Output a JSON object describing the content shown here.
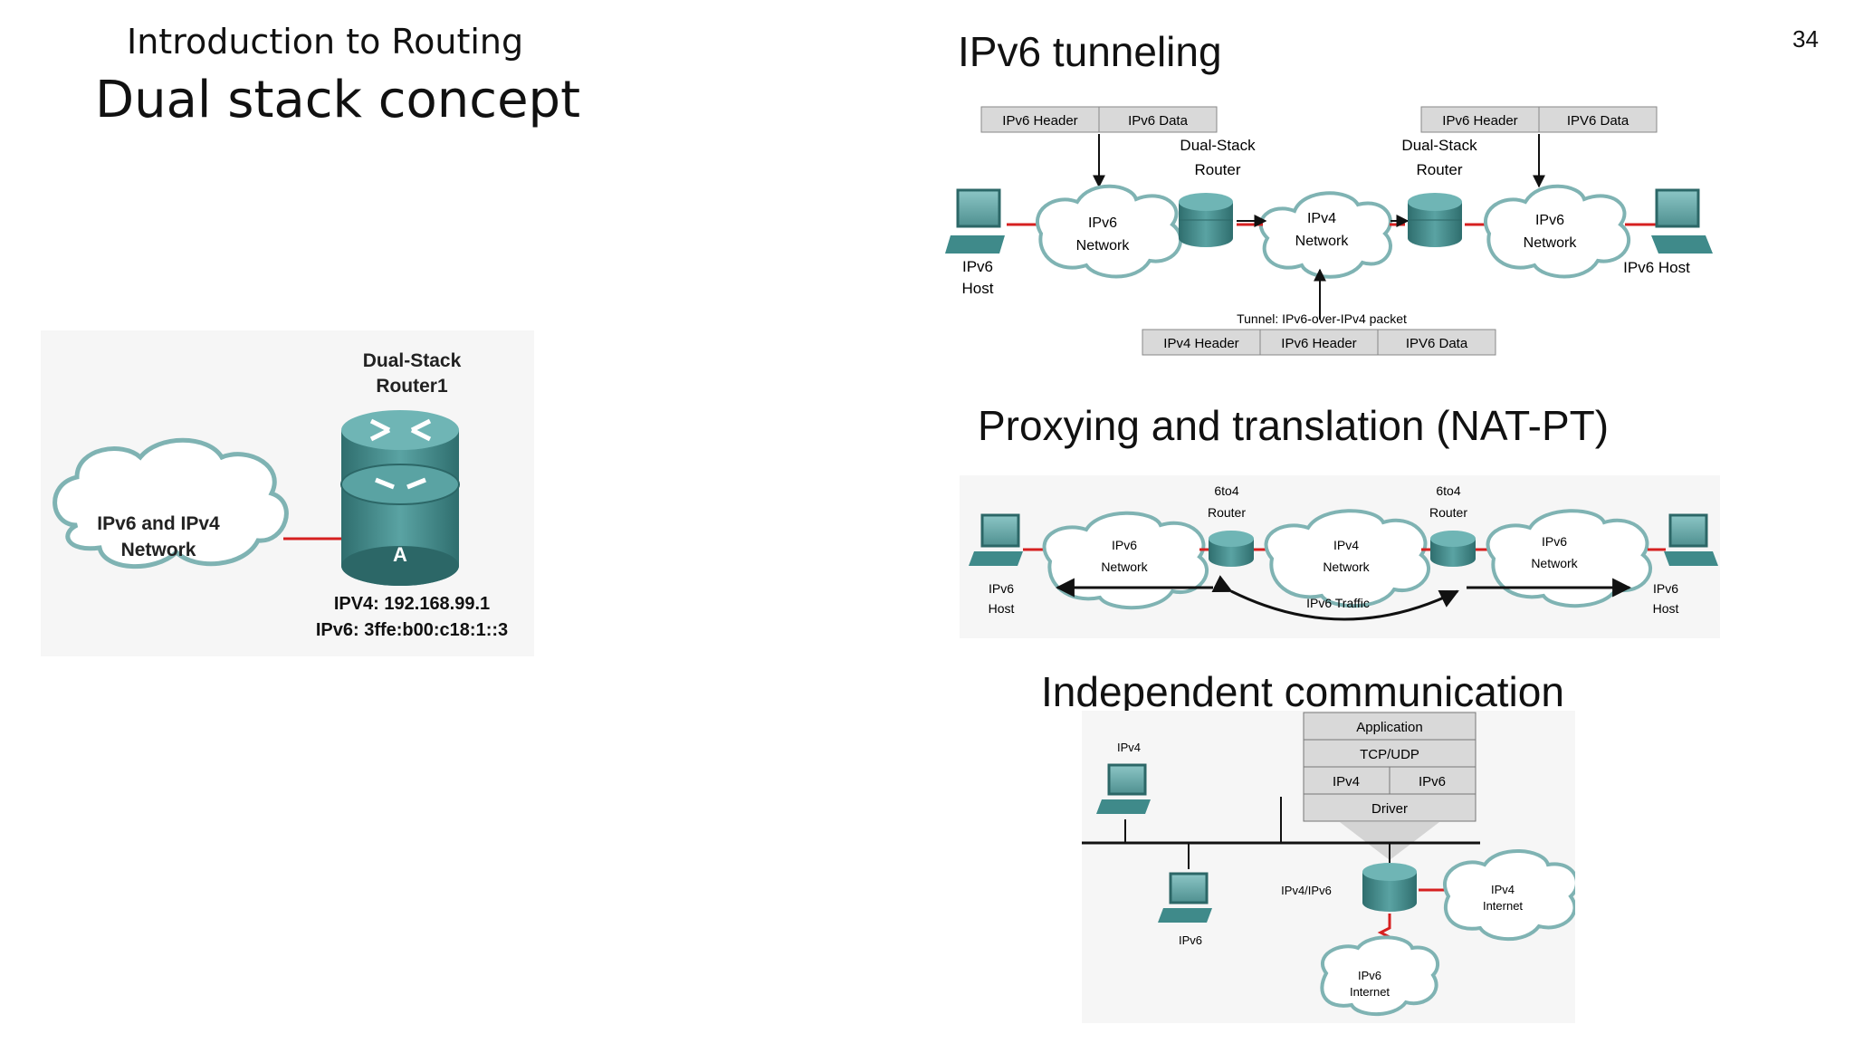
{
  "slide": {
    "subtitle": "Introduction to Routing",
    "title": "Dual stack concept",
    "page_number": "34"
  },
  "dual_stack": {
    "router_label_1": "Dual-Stack",
    "router_label_2": "Router1",
    "network_line_1": "IPv6 and IPv4",
    "network_line_2": "Network",
    "router_letter": "A",
    "ipv4": "IPV4: 192.168.99.1",
    "ipv6": "IPv6: 3ffe:b00:c18:1::3"
  },
  "tunneling": {
    "title": "IPv6 tunneling",
    "packet_left": [
      "IPv6 Header",
      "IPv6 Data"
    ],
    "packet_right": [
      "IPv6 Header",
      "IPV6 Data"
    ],
    "packet_bottom": [
      "IPv4 Header",
      "IPv6 Header",
      "IPV6 Data"
    ],
    "router_left": [
      "Dual-Stack",
      "Router"
    ],
    "router_right": [
      "Dual-Stack",
      "Router"
    ],
    "cloud_left": [
      "IPv6",
      "Network"
    ],
    "cloud_mid": [
      "IPv4",
      "Network"
    ],
    "cloud_right": [
      "IPv6",
      "Network"
    ],
    "host_left": [
      "IPv6",
      "Host"
    ],
    "host_right": "IPv6 Host",
    "tunnel_caption": "Tunnel: IPv6-over-IPv4 packet"
  },
  "natpt": {
    "title": "Proxying and translation (NAT-PT)",
    "router_left": [
      "6to4",
      "Router"
    ],
    "router_right": [
      "6to4",
      "Router"
    ],
    "cloud_left": [
      "IPv6",
      "Network"
    ],
    "cloud_mid": [
      "IPv4",
      "Network"
    ],
    "cloud_right": [
      "IPv6",
      "Network"
    ],
    "host_left": [
      "IPv6",
      "Host"
    ],
    "host_right": [
      "IPv6",
      "Host"
    ],
    "traffic": "IPv6 Traffic"
  },
  "independent": {
    "title": "Independent communication",
    "stack": [
      "Application",
      "TCP/UDP",
      "IPv4",
      "IPv6",
      "Driver"
    ],
    "pc_top": "IPv4",
    "pc_bottom": "IPv6",
    "router": "IPv4/IPv6",
    "cloud_v4": [
      "IPv4",
      "Internet"
    ],
    "cloud_v6": [
      "IPv6",
      "Internet"
    ]
  },
  "colors": {
    "router_teal": "#3f8a8a",
    "cloud_stroke": "#7fb3b3",
    "link_red": "#d62020",
    "packet_fill": "#d9d9d9"
  }
}
